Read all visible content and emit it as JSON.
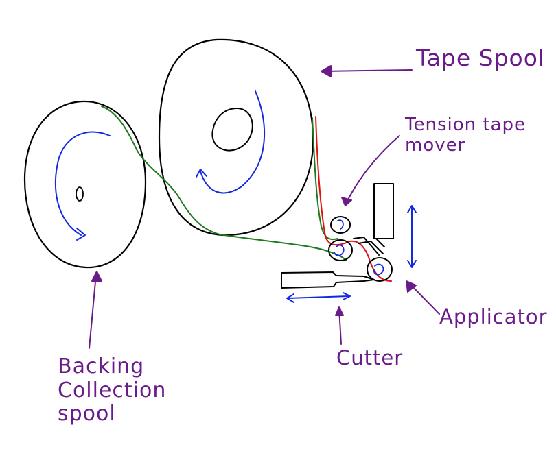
{
  "labels": {
    "tape_spool": "Tape Spool",
    "tension_tape_mover": "Tension tape\nmover",
    "backing_collection_spool": "Backing\nCollection\nspool",
    "cutter": "Cutter",
    "applicator": "Applicator"
  },
  "colors": {
    "outline": "#000000",
    "label": "#6a1b8a",
    "rotation": "#1428e0",
    "backing_path": "#1e7a1e",
    "tape_path": "#e01010"
  }
}
